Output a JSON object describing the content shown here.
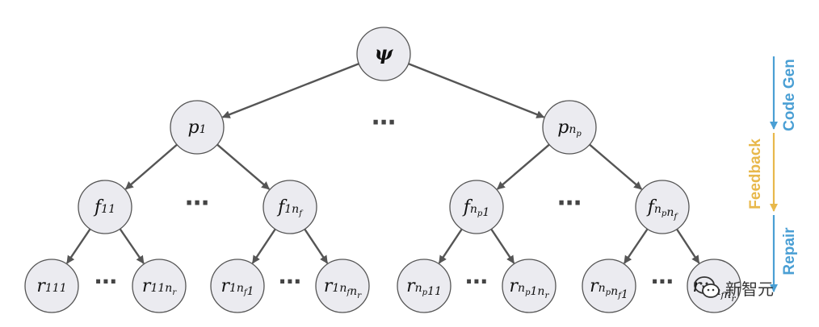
{
  "colors": {
    "code_gen": "#4a9fd4",
    "feedback": "#e8b84b",
    "repair": "#4a9fd4",
    "node_fill": "#ebebf0",
    "edge": "#555555"
  },
  "stages": {
    "code_gen": "Code Gen",
    "feedback": "Feedback",
    "repair": "Repair"
  },
  "nodes": {
    "root": {
      "base": "ψ",
      "sub": "",
      "sub2": "",
      "sub3": ""
    },
    "p1": {
      "base": "p",
      "sub": "1",
      "sub2": "",
      "sub3": ""
    },
    "pnp": {
      "base": "p",
      "sub": "n",
      "sub2": "p",
      "sub3": ""
    },
    "f11": {
      "base": "f",
      "sub": "11",
      "sub2": "",
      "sub3": ""
    },
    "f1nf": {
      "base": "f",
      "sub": "1n",
      "sub2": "f",
      "sub3": ""
    },
    "fnp1": {
      "base": "f",
      "sub": "n",
      "sub2": "p",
      "sub3": "1"
    },
    "fnpnf": {
      "base": "f",
      "sub": "n",
      "sub2": "p",
      "sub3": "n_f"
    },
    "r111": {
      "base": "r",
      "sub": "111",
      "sub2": "",
      "sub3": ""
    },
    "r11nr": {
      "base": "r",
      "sub": "11n",
      "sub2": "r",
      "sub3": ""
    },
    "r1nf1": {
      "base": "r",
      "sub": "1n",
      "sub2": "f",
      "sub3": "1"
    },
    "r1nfnr": {
      "base": "r",
      "sub": "1n",
      "sub2": "f",
      "sub3": "n_r"
    },
    "rnp11": {
      "base": "r",
      "sub": "n",
      "sub2": "p",
      "sub3": "11"
    },
    "rnp1nr": {
      "base": "r",
      "sub": "n",
      "sub2": "p",
      "sub3": "1n_r"
    },
    "rnpnf1": {
      "base": "r",
      "sub": "n",
      "sub2": "p",
      "sub3": "n_f1"
    },
    "rnpnfnr": {
      "base": "r",
      "sub": "n",
      "sub2": "p",
      "sub3": "n_fn_r"
    }
  },
  "ellipsis": "⋯",
  "watermark": {
    "text": "新智元",
    "icon": "wechat-icon"
  }
}
